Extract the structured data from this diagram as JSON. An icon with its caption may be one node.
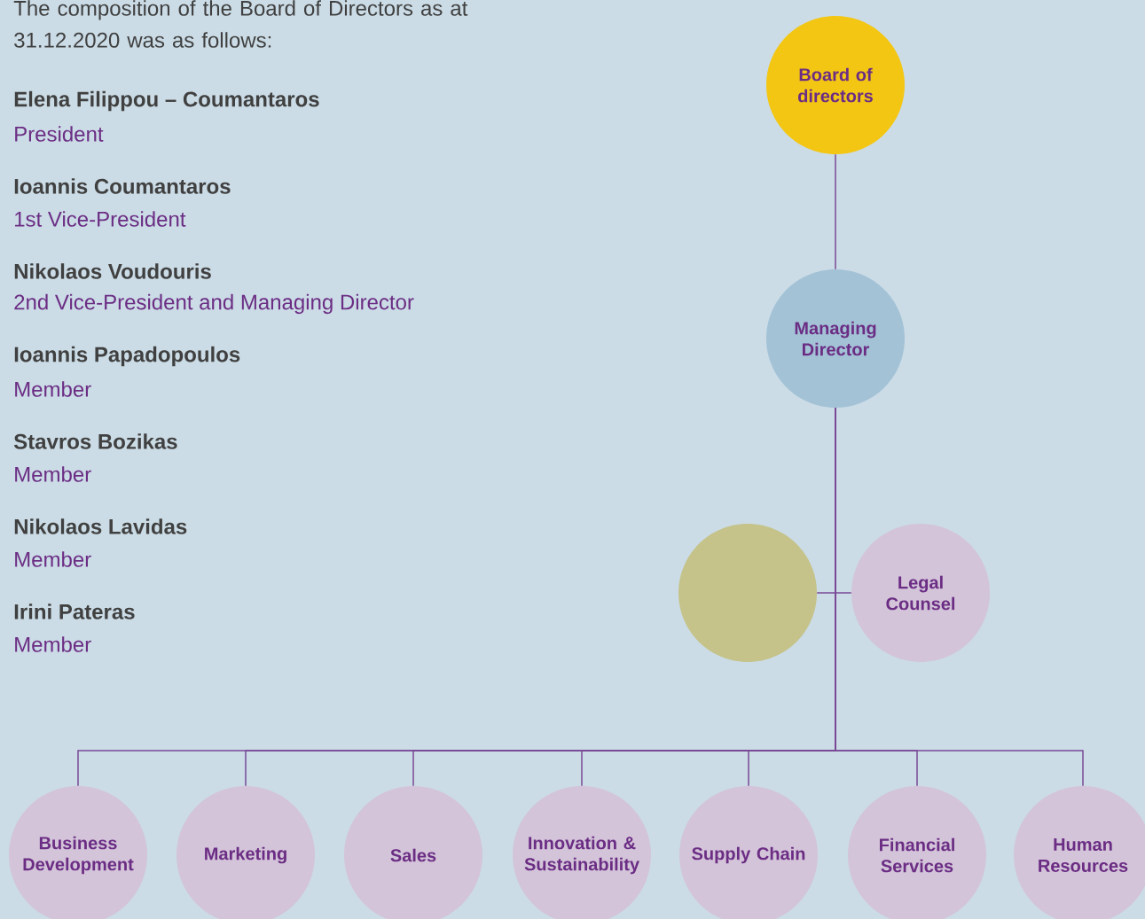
{
  "diagram": {
    "nodes": [
      {
        "text": [
          "Board of directors"
        ]
      },
      {
        "text": [
          "Managing Director"
        ]
      },
      {
        "text": [],
        "shape": "circle"
      },
      {
        "text": [
          "Legal Counsel"
        ]
      },
      {
        "text": [
          "Business Development"
        ]
      },
      {
        "text": [
          "Marketing"
        ]
      },
      {
        "text": [
          "Sales"
        ]
      },
      {
        "text": [
          "Innovation & Sustainability"
        ]
      },
      {
        "text": [
          "Supply Chain"
        ]
      },
      {
        "text": [
          "Financial Services"
        ]
      },
      {
        "text": [
          "Human Resources"
        ]
      }
    ],
    "edges": [
      {
        "from": 0,
        "to": 1,
        "arrow": "none"
      },
      {
        "from": 1,
        "to": 2,
        "arrow": "none"
      },
      {
        "from": 1,
        "to": 3,
        "arrow": "none"
      },
      {
        "from": 1,
        "to": 4,
        "arrow": "none"
      },
      {
        "from": 1,
        "to": 5,
        "arrow": "none"
      },
      {
        "from": 1,
        "to": 6,
        "arrow": "none"
      },
      {
        "from": 1,
        "to": 7,
        "arrow": "none"
      },
      {
        "from": 1,
        "to": 8,
        "arrow": "none"
      },
      {
        "from": 1,
        "to": 9,
        "arrow": "none"
      },
      {
        "from": 1,
        "to": 10,
        "arrow": "none"
      }
    ],
    "labels": [
      "The composition of the Board of Directors as at 31.12.2020 was as follows:",
      "Elena Filippou – Coumantaros",
      "President",
      "Ioannis Coumantaros",
      "1st Vice-President",
      "Nikolaos Voudouris",
      "2nd Vice-President and Managing Director",
      "Ioannis Papadopoulos",
      "Member",
      "Stavros Bozikas",
      "Member",
      "Nikolaos Lavidas",
      "Member",
      "Irini Pateras",
      "Member"
    ]
  }
}
